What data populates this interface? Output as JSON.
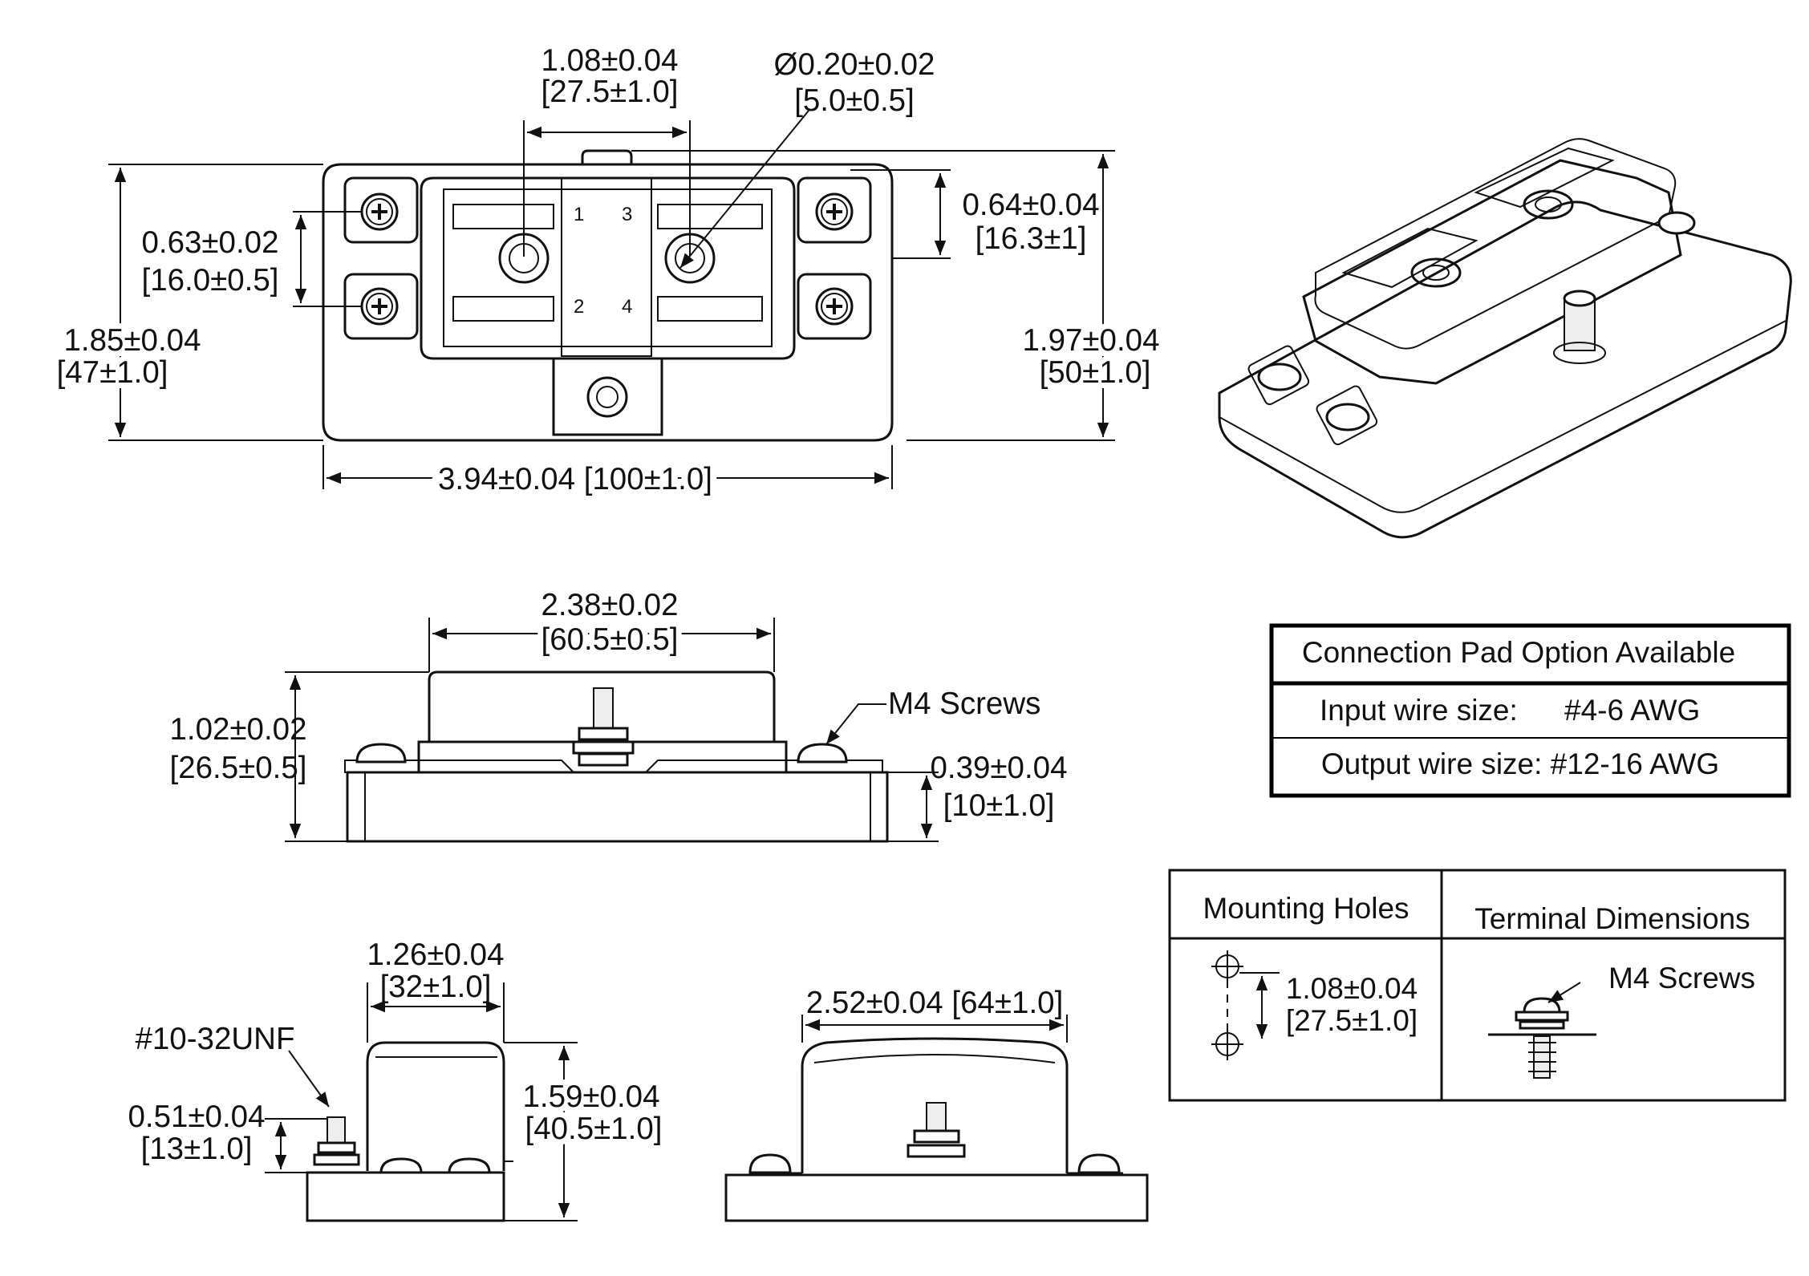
{
  "top_view": {
    "dim_fuse_spacing": "1.08±0.04",
    "dim_fuse_spacing_mm": "[27.5±1.0]",
    "dim_hole_dia": "Ø0.20±0.02",
    "dim_hole_dia_mm": "[5.0±0.5]",
    "dim_terminal_pitch": "0.63±0.02",
    "dim_terminal_pitch_mm": "[16.0±0.5]",
    "dim_right_pitch": "0.64±0.04",
    "dim_right_pitch_mm": "[16.3±1]",
    "dim_height_left": "1.85±0.04",
    "dim_height_left_mm": "[47±1.0]",
    "dim_height_right": "1.97±0.04",
    "dim_height_right_mm": "[50±1.0]",
    "dim_width": "3.94±0.04 [100±1.0]",
    "slot_numbers": [
      "1",
      "3",
      "2",
      "4"
    ]
  },
  "side_view": {
    "dim_cover_width": "2.38±0.02",
    "dim_cover_width_mm": "[60.5±0.5]",
    "dim_total_height": "1.02±0.02",
    "dim_total_height_mm": "[26.5±0.5]",
    "dim_base_height": "0.39±0.04",
    "dim_base_height_mm": "[10±1.0]",
    "screws_label": "M4 Screws"
  },
  "end_view": {
    "dim_cover_width": "1.26±0.04",
    "dim_cover_width_mm": "[32±1.0]",
    "stud_label": "#10-32UNF",
    "dim_stud_height": "0.51±0.04",
    "dim_stud_height_mm": "[13±1.0]",
    "dim_height": "1.59±0.04",
    "dim_height_mm": "[40.5±1.0]"
  },
  "rear_view": {
    "dim_width": "2.52±0.04 [64±1.0]"
  },
  "connection_table": {
    "title": "Connection Pad Option Available",
    "input_label": "Input wire size:",
    "input_value": "#4-6 AWG",
    "output_label": "Output wire size: #12-16 AWG"
  },
  "holes_table": {
    "col1_header": "Mounting Holes",
    "col2_header": "Terminal Dimensions",
    "hole_spacing": "1.08±0.04",
    "hole_spacing_mm": "[27.5±1.0]",
    "screws_label": "M4 Screws"
  }
}
